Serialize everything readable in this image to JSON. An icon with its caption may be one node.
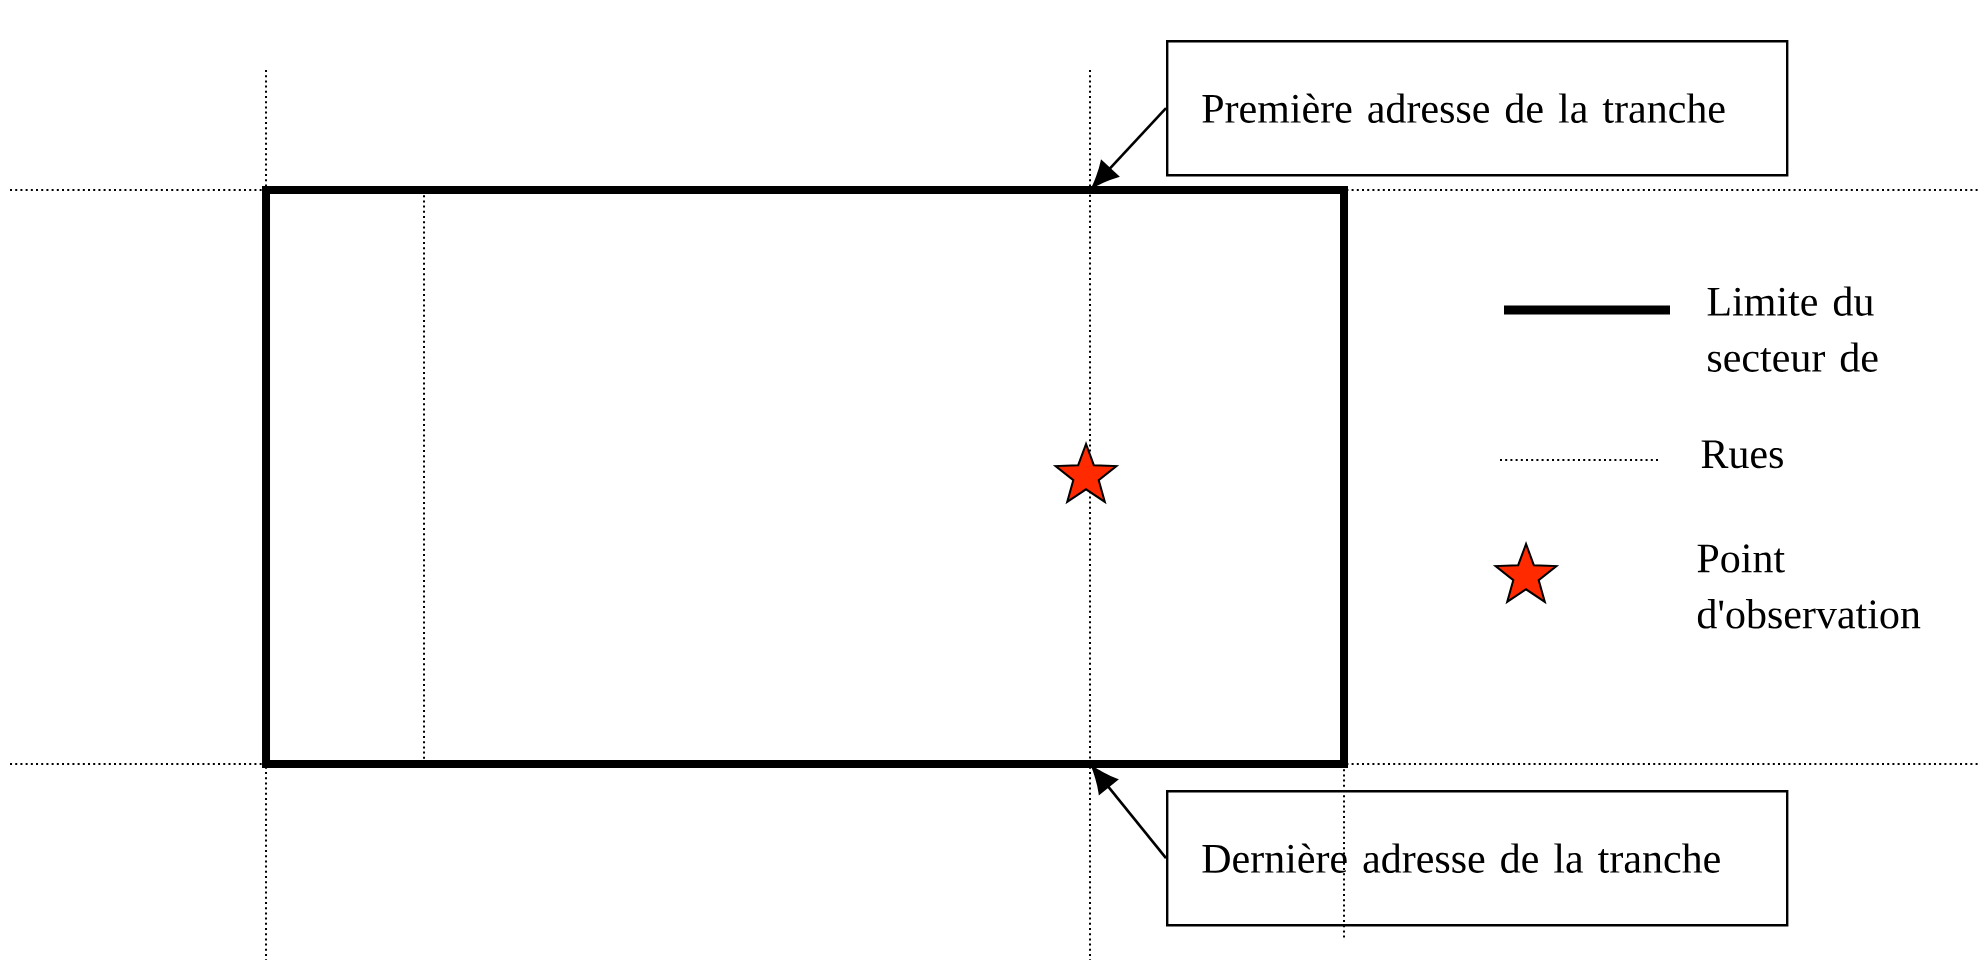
{
  "diagram": {
    "nodes": [
      {
        "text": [
          "Première adresse de la tranche"
        ]
      },
      {
        "text": [
          "Dernière adresse de la tranche"
        ]
      }
    ],
    "edges": [
      {
        "from": 0,
        "to": null,
        "arrow": "to"
      },
      {
        "from": 1,
        "to": null,
        "arrow": "to"
      }
    ],
    "legend": [
      {
        "text": "Limite du secteur de"
      },
      {
        "text": "Rues"
      },
      {
        "text": "Point d'observation"
      }
    ]
  }
}
